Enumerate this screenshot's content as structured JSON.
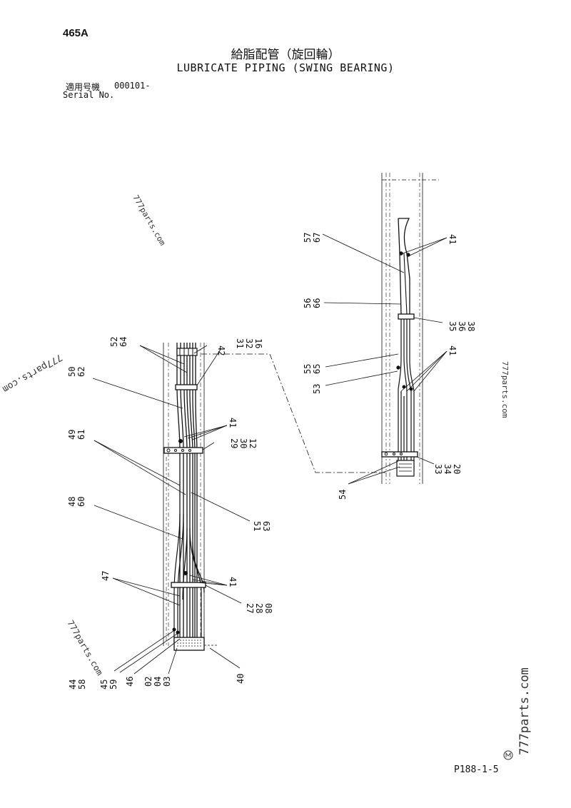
{
  "header": {
    "model": "465A",
    "title_jp": "給脂配管（旋回輪）",
    "title_en": "LUBRICATE PIPING (SWING BEARING)",
    "serial_label_jp": "適用号機",
    "serial_value": "000101-",
    "serial_label_en": "Serial No."
  },
  "footer": {
    "page_number": "P188-1-5"
  },
  "watermarks": [
    "777parts.com",
    "777parts.com",
    "777parts.com",
    "777parts.com",
    "777parts.com"
  ],
  "left_callouts": {
    "c1": [
      "52",
      "64"
    ],
    "c2": [
      "42"
    ],
    "c3": [
      "31",
      "32",
      "16"
    ],
    "c4": [
      "50",
      "62"
    ],
    "c5": [
      "41"
    ],
    "c6": [
      "29",
      "30",
      "12"
    ],
    "c7": [
      "49",
      "61"
    ],
    "c8": [
      "51",
      "63"
    ],
    "c9": [
      "48",
      "60"
    ],
    "c10": [
      "47"
    ],
    "c11": [
      "41"
    ],
    "c12": [
      "27",
      "28",
      "08"
    ],
    "c13": [
      "44",
      "58"
    ],
    "c14": [
      "45",
      "59"
    ],
    "c15": [
      "46"
    ],
    "c16": [
      "02",
      "04",
      "03"
    ],
    "c17": [
      "40"
    ]
  },
  "right_callouts": {
    "c1": [
      "57",
      "67"
    ],
    "c2": [
      "41"
    ],
    "c3": [
      "56",
      "66"
    ],
    "c4": [
      "35",
      "36",
      "38"
    ],
    "c5": [
      "55",
      "65"
    ],
    "c6": [
      "53"
    ],
    "c7": [
      "41"
    ],
    "c8": [
      "33",
      "34",
      "20"
    ],
    "c9": [
      "54"
    ]
  }
}
